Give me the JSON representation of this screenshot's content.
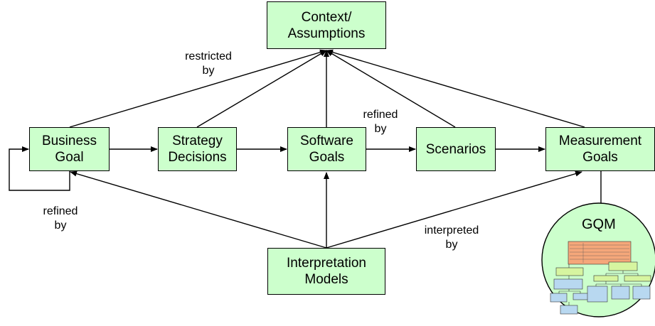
{
  "nodes": {
    "context": {
      "line1": "Context/",
      "line2": "Assumptions"
    },
    "business_goal": {
      "line1": "Business",
      "line2": "Goal"
    },
    "strategy_decisions": {
      "line1": "Strategy",
      "line2": "Decisions"
    },
    "software_goals": {
      "line1": "Software",
      "line2": "Goals"
    },
    "scenarios": {
      "line1": "Scenarios"
    },
    "measurement_goals": {
      "line1": "Measurement",
      "line2": "Goals"
    },
    "interpretation_models": {
      "line1": "Interpretation",
      "line2": "Models"
    }
  },
  "labels": {
    "restricted_by": {
      "line1": "restricted",
      "line2": "by"
    },
    "refined_by_top": {
      "line1": "refined",
      "line2": "by"
    },
    "refined_by_loop": {
      "line1": "refined",
      "line2": "by"
    },
    "interpreted_by": {
      "line1": "interpreted",
      "line2": "by"
    }
  },
  "gqm": {
    "title": "GQM"
  },
  "colors": {
    "box_fill": "#ccffcc",
    "circle_fill": "#ccffcc",
    "line": "#000000",
    "gqm_goal_fill": "#f5a77a",
    "gqm_question_fill": "#d6f5a0",
    "gqm_metric_fill": "#b8d8f0"
  }
}
